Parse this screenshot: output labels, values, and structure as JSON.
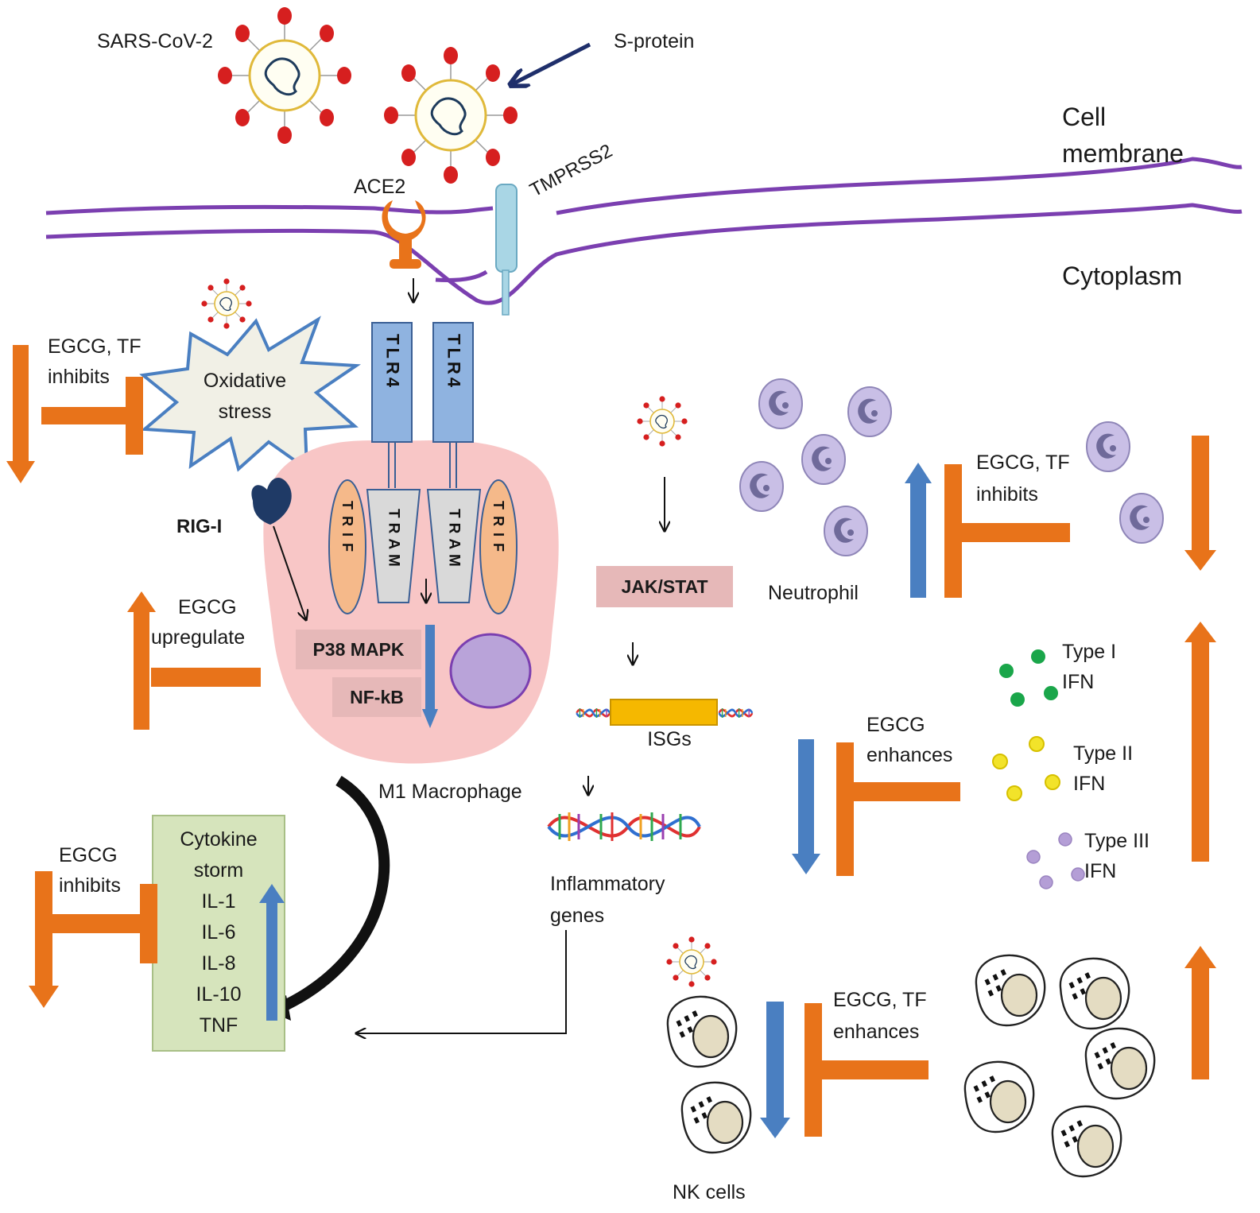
{
  "labels": {
    "sars_cov2": "SARS-CoV-2",
    "s_protein": "S-protein",
    "cell_membrane_1": "Cell",
    "cell_membrane_2": "membrane",
    "cytoplasm": "Cytoplasm",
    "ace2": "ACE2",
    "tmprss2": "TMPRSS2",
    "oxidative_1": "Oxidative",
    "oxidative_2": "stress",
    "rig_i": "RIG-I",
    "tlr4": "TLR4",
    "tram": "TRAM",
    "trif": "TRIF",
    "p38": "P38 MAPK",
    "nfkb": "NF-kB",
    "m1_macrophage": "M1 Macrophage",
    "jak_stat": "JAK/STAT",
    "isgs": "ISGs",
    "inflammatory_1": "Inflammatory",
    "inflammatory_2": "genes",
    "neutrophil": "Neutrophil",
    "nk_cells": "NK cells",
    "type1_1": "Type I",
    "type1_2": "IFN",
    "type2_1": "Type II",
    "type2_2": "IFN",
    "type3_1": "Type III",
    "type3_2": "IFN"
  },
  "cytokine_box": [
    "Cytokine",
    "storm",
    "IL-1",
    "IL-6",
    "IL-8",
    "IL-10",
    "TNF"
  ],
  "effects": {
    "oxidative_1": "EGCG, TF",
    "oxidative_2": "inhibits",
    "upregulate_1": "EGCG",
    "upregulate_2": "upregulate",
    "cytokine_1": "EGCG",
    "cytokine_2": "inhibits",
    "neutrophil_1": "EGCG, TF",
    "neutrophil_2": "inhibits",
    "ifn_1": "EGCG",
    "ifn_2": "enhances",
    "nk_1": "EGCG, TF",
    "nk_2": "enhances"
  },
  "colors": {
    "orange": "#e8731a",
    "blue": "#4a7fc1",
    "membrane": "#7b3fb0",
    "tlr4": "#8fb3e0",
    "trif": "#f5b98a",
    "tram": "#d9d9d9",
    "macrophage": "#f8c6c6",
    "pathway_box": "#e6b8b8",
    "cytokine_box": "#d6e4bc"
  }
}
